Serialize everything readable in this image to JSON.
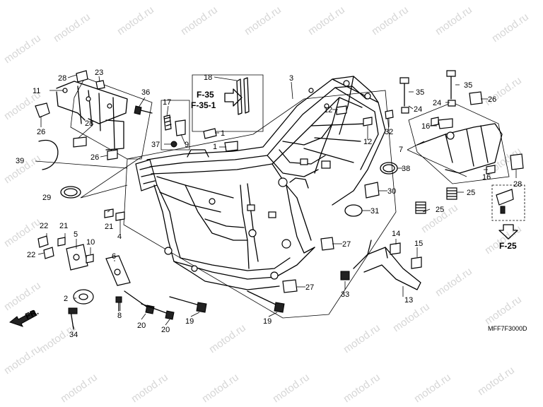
{
  "watermark": "motod.ru",
  "diagram_code": "MFF7F3000D",
  "references": {
    "f35": "F-35",
    "f351": "F-35-1",
    "f25": "F-25",
    "front": "FR."
  },
  "callouts": {
    "n1a": "1",
    "n1b": "1",
    "n2": "2",
    "n3": "3",
    "n4": "4",
    "n5": "5",
    "n6": "6",
    "n7": "7",
    "n8": "8",
    "n9": "9",
    "n10": "10",
    "n11": "11",
    "n12a": "12",
    "n12b": "12",
    "n13": "13",
    "n14": "14",
    "n15": "15",
    "n16a": "16",
    "n16b": "16",
    "n17": "17",
    "n18": "18",
    "n19a": "19",
    "n19b": "19",
    "n20a": "20",
    "n20b": "20",
    "n21a": "21",
    "n21b": "21",
    "n22a": "22",
    "n22b": "22",
    "n23": "23",
    "n24": "24",
    "n25a": "25",
    "n25b": "25",
    "n26a": "26",
    "n26b": "26",
    "n26c": "26",
    "n27a": "27",
    "n27b": "27",
    "n28a": "28",
    "n28b": "28",
    "n28c": "28",
    "n29": "29",
    "n30": "30",
    "n31": "31",
    "n32": "32",
    "n33": "33",
    "n34": "34",
    "n35a": "35",
    "n35b": "35",
    "n36": "36",
    "n37": "37",
    "n38": "38",
    "n39": "39"
  }
}
